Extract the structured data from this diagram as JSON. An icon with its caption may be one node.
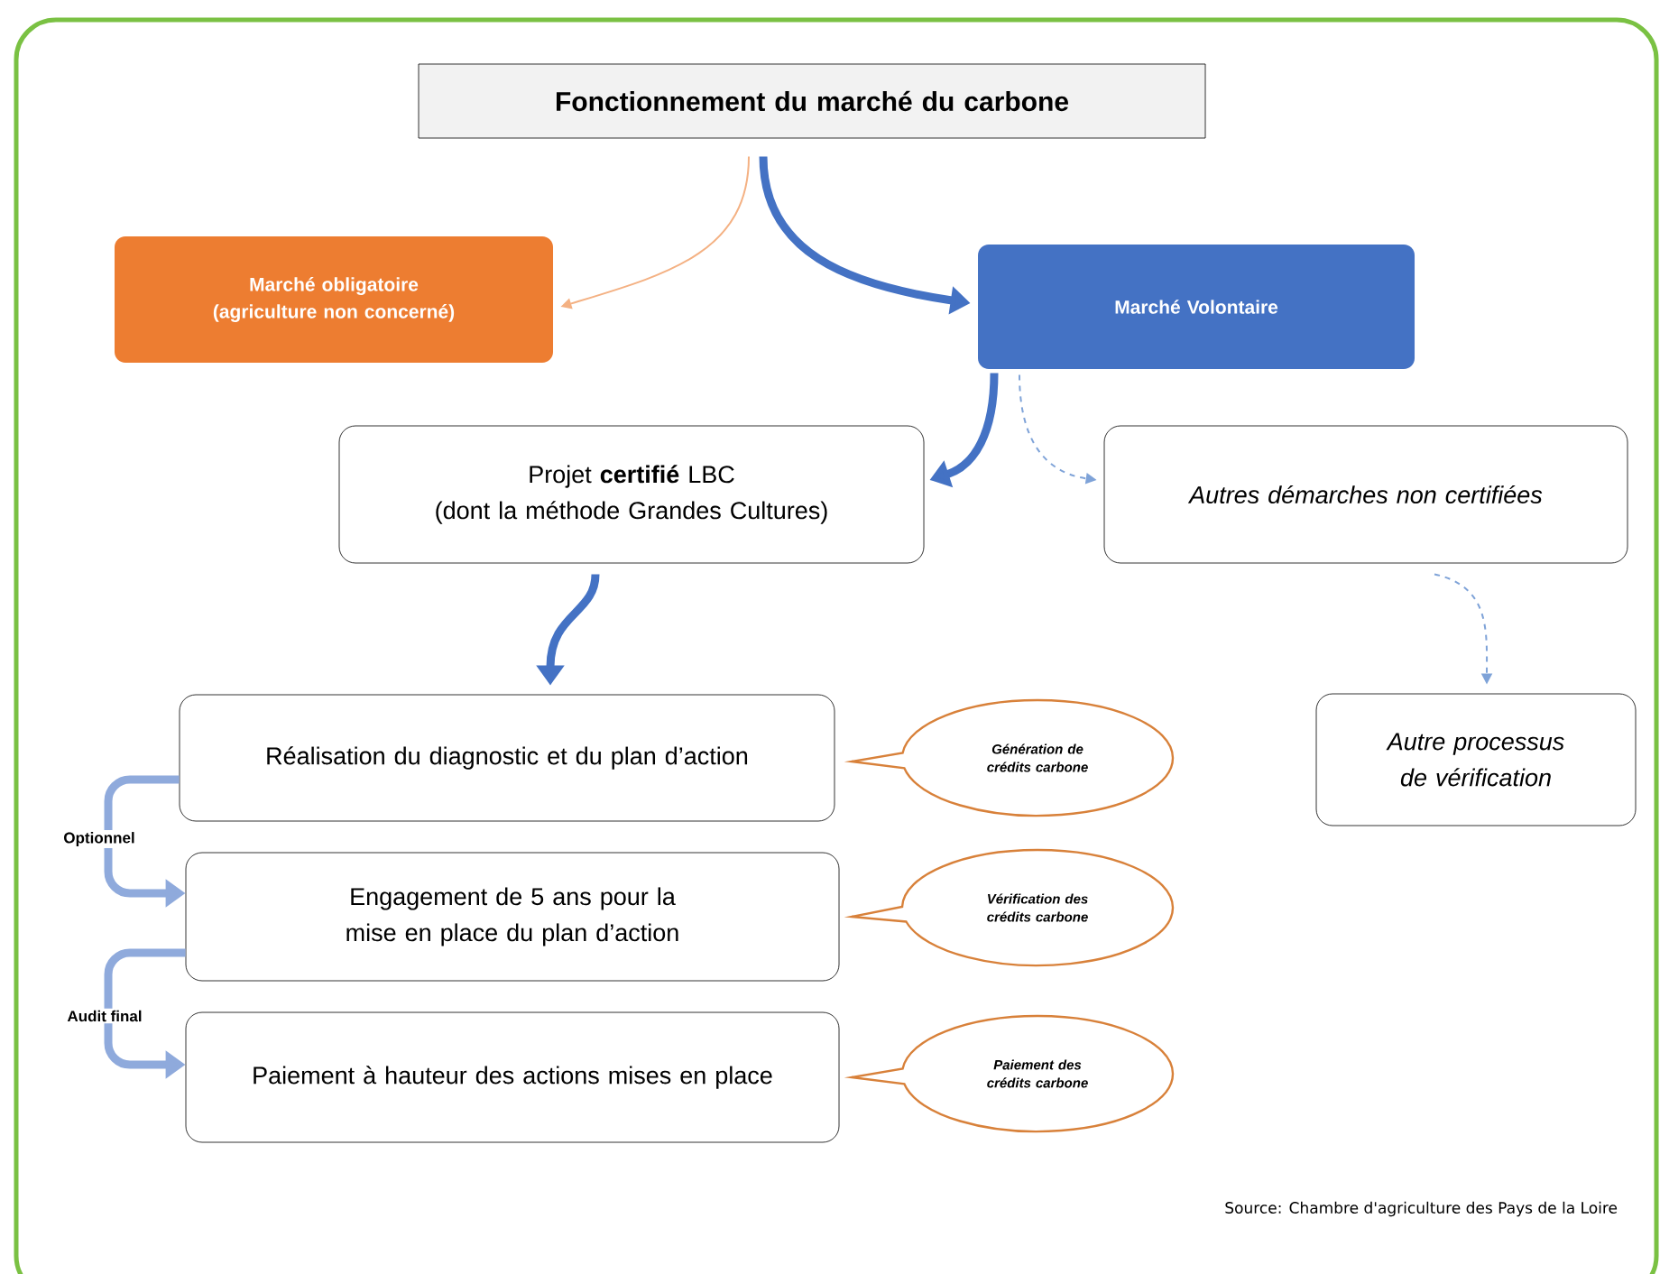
{
  "diagram": {
    "nodes": [
      {
        "text": [
          "Fonctionnement du marché du carbone"
        ]
      },
      {
        "text": [
          "Marché obligatoire",
          "(agriculture non concerné)"
        ]
      },
      {
        "text": [
          "Marché Volontaire"
        ]
      },
      {
        "text": [
          "Projet **certifié** LBC",
          "(dont la méthode Grandes Cultures)"
        ]
      },
      {
        "text": [
          "Autres démarches non certifiées"
        ]
      },
      {
        "text": [
          "Réalisation du diagnostic et du plan d’action"
        ]
      },
      {
        "text": [
          "Génération de crédits carbone"
        ]
      },
      {
        "text": [
          "Autre processus de vérification"
        ]
      },
      {
        "text": [
          "Engagement de 5 ans pour la mise en place du plan d’action"
        ]
      },
      {
        "text": [
          "Vérification des crédits carbone"
        ]
      },
      {
        "text": [
          "Paiement à hauteur des actions mises en place"
        ]
      },
      {
        "text": [
          "Paiement des crédits carbone"
        ]
      }
    ],
    "edges": [
      {
        "from": 0,
        "to": 1,
        "arrow": "to",
        "color": "#f4b183"
      },
      {
        "from": 0,
        "to": 2,
        "arrow": "to"
      },
      {
        "from": 2,
        "to": 3,
        "arrow": "to"
      },
      {
        "from": 2,
        "to": 4,
        "arrow": "to",
        "style": "dashed",
        "color": "#7fa3d8"
      },
      {
        "from": 3,
        "to": 5,
        "arrow": "to"
      },
      {
        "from": 4,
        "to": 7,
        "arrow": "to",
        "style": "dashed",
        "color": "#7fa3d8"
      },
      {
        "from": 5,
        "to": 8,
        "arrow": "to",
        "color": "#8faadc",
        "label": "Optionnel"
      },
      {
        "from": 8,
        "to": 10,
        "arrow": "to",
        "color": "#8faadc",
        "label": "Audit final"
      }
    ],
    "labels": [
      "Source: Chambre d'agriculture des Pays de la Loire"
    ]
  }
}
